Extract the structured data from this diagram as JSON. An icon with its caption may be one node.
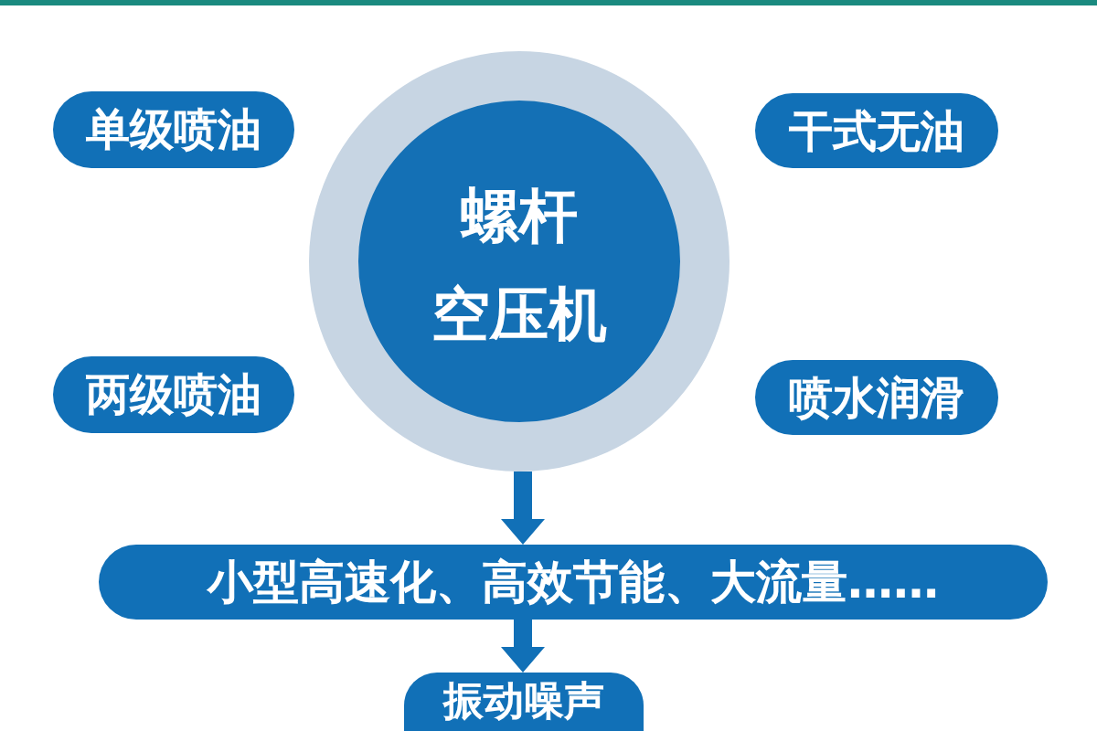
{
  "diagram": {
    "nodes": [
      {
        "text": [
          "螺杆空压机"
        ]
      },
      {
        "text": [
          "单级喷油"
        ]
      },
      {
        "text": [
          "干式无油"
        ]
      },
      {
        "text": [
          "两级喷油"
        ]
      },
      {
        "text": [
          "喷水润滑"
        ]
      },
      {
        "text": [
          "小型高速化、高效节能、大流量……"
        ]
      },
      {
        "text": [
          "振动噪声"
        ]
      }
    ],
    "edges": [
      {
        "from": 0,
        "to": 5,
        "arrow": "to"
      },
      {
        "from": 5,
        "to": 6,
        "arrow": "to"
      }
    ]
  }
}
